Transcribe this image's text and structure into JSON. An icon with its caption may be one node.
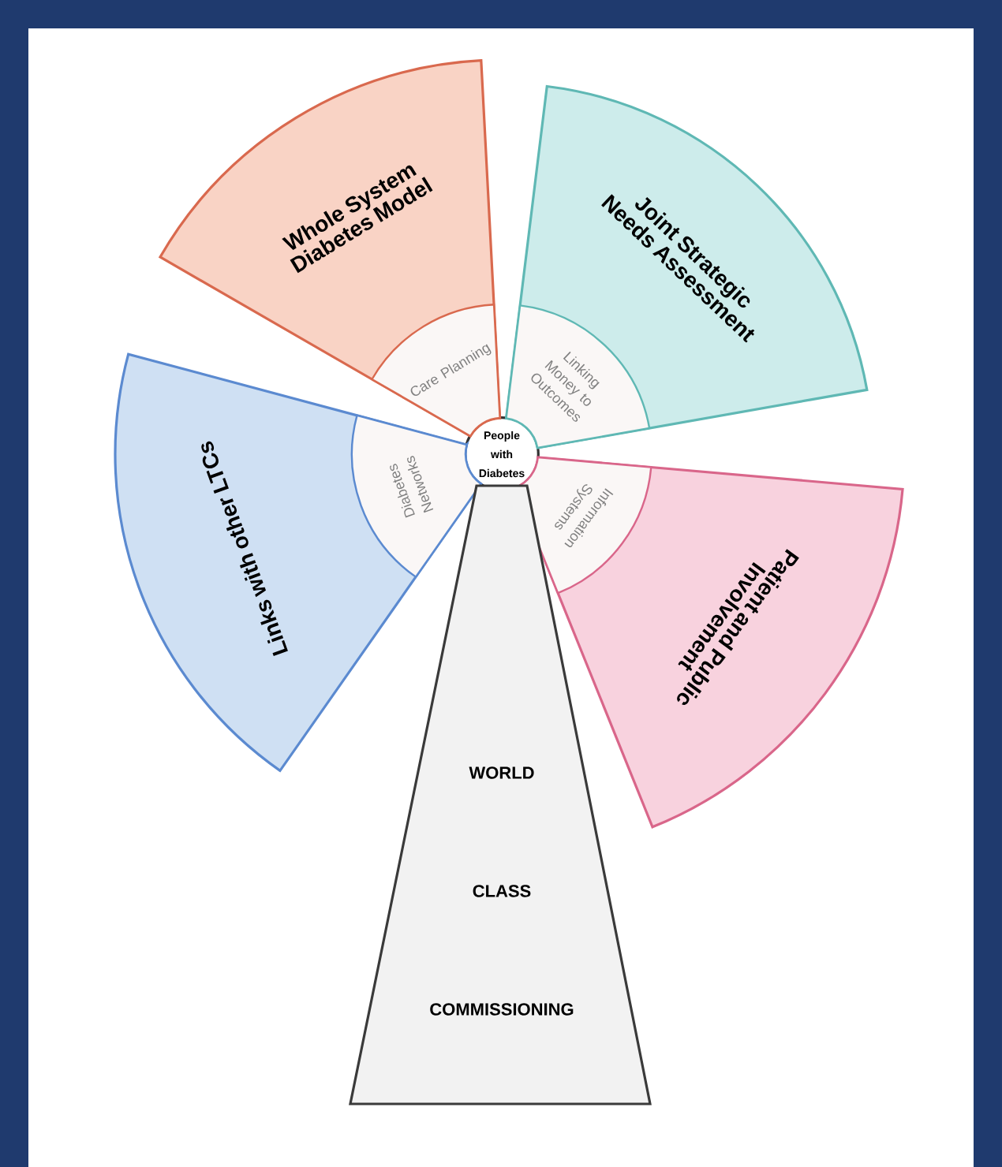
{
  "diagram": {
    "nodes": [
      {
        "text": [
          "People with Diabetes"
        ]
      },
      {
        "text": [
          "Whole System Diabetes Model"
        ]
      },
      {
        "text": [
          "Care Planning"
        ],
        "in": 1
      },
      {
        "text": [
          "Joint Strategic Needs Assessment"
        ]
      },
      {
        "text": [
          "Linking Money to Outcomes"
        ],
        "in": 3
      },
      {
        "text": [
          "Patient and Public Involvement"
        ]
      },
      {
        "text": [
          "Information Systems"
        ],
        "in": 5
      },
      {
        "text": [
          "Links with other LTCs"
        ]
      },
      {
        "text": [
          "Diabetes Networks"
        ],
        "in": 7
      },
      {
        "text": [
          "WORLD",
          "CLASS",
          "COMMISSIONING"
        ]
      }
    ]
  }
}
